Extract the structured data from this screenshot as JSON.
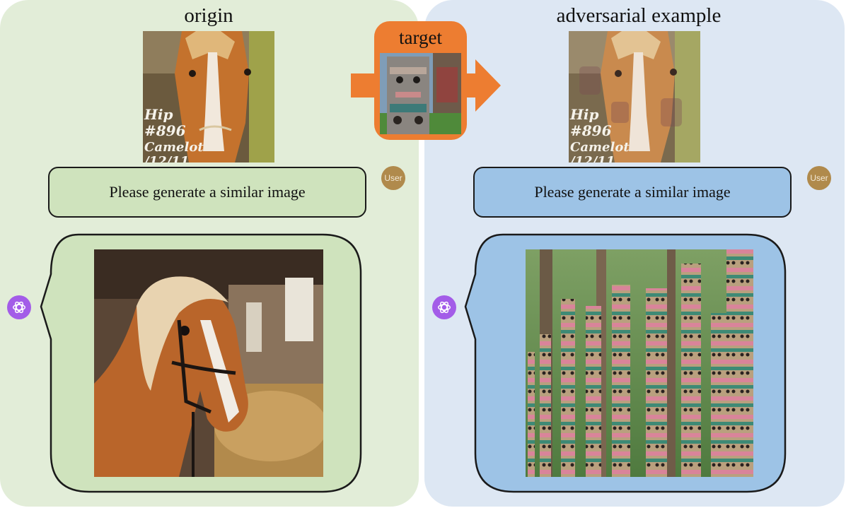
{
  "left_panel": {
    "heading": "origin",
    "prompt_text": "Please generate a similar image",
    "user_badge": "User",
    "overlay_text": [
      "Hip",
      "#896",
      "Camelot",
      "/12/11"
    ]
  },
  "right_panel": {
    "heading": "adversarial example",
    "prompt_text": "Please generate a similar image",
    "user_badge": "User",
    "overlay_text": [
      "Hip",
      "#896",
      "Camelot",
      "/12/11"
    ]
  },
  "target": {
    "label": "target"
  },
  "colors": {
    "left_panel_bg": "#e2edd8",
    "right_panel_bg": "#dde7f3",
    "left_bubble": "#cfe3bd",
    "right_bubble": "#9dc3e6",
    "target_orange": "#ed7d31",
    "user_avatar": "#b08a4c",
    "gpt_icon": "#a35ce8"
  },
  "icons": {
    "user": "user-avatar",
    "assistant": "openai-logo-icon"
  }
}
